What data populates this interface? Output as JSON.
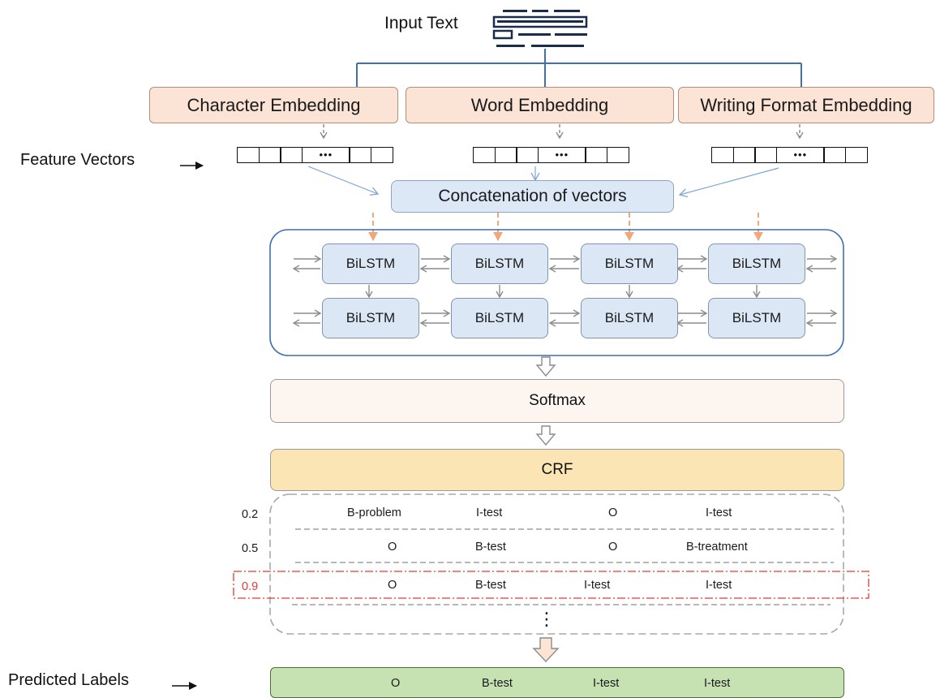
{
  "input": {
    "label": "Input Text"
  },
  "embeddings": [
    {
      "label": "Character Embedding"
    },
    {
      "label": "Word Embedding"
    },
    {
      "label": "Writing Format Embedding"
    }
  ],
  "feature_vectors_label": "Feature Vectors",
  "vector_ellipsis": "•••",
  "concat_label": "Concatenation of vectors",
  "bilstm": {
    "cell_label": "BiLSTM",
    "rows": 2,
    "cols": 4
  },
  "softmax_label": "Softmax",
  "crf_label": "CRF",
  "candidates": [
    {
      "score": "0.2",
      "labels": [
        "B-problem",
        "I-test",
        "O",
        "I-test"
      ],
      "selected": false
    },
    {
      "score": "0.5",
      "labels": [
        "O",
        "B-test",
        "O",
        "B-treatment"
      ],
      "selected": false
    },
    {
      "score": "0.9",
      "labels": [
        "O",
        "B-test",
        "I-test",
        "I-test"
      ],
      "selected": true
    }
  ],
  "more_marker": "⋮",
  "predicted": {
    "label": "Predicted Labels",
    "labels": [
      "O",
      "B-test",
      "I-test",
      "I-test"
    ]
  },
  "colors": {
    "embedding_fill": "#fbe3d6",
    "bilstm_fill": "#dbe7f4",
    "crf_fill": "#fbe5b4",
    "predicted_fill": "#c6e2b2",
    "selected_score": "#e53935",
    "orange_arrow": "#f0a77a",
    "blue_line": "#3f6fb5"
  }
}
